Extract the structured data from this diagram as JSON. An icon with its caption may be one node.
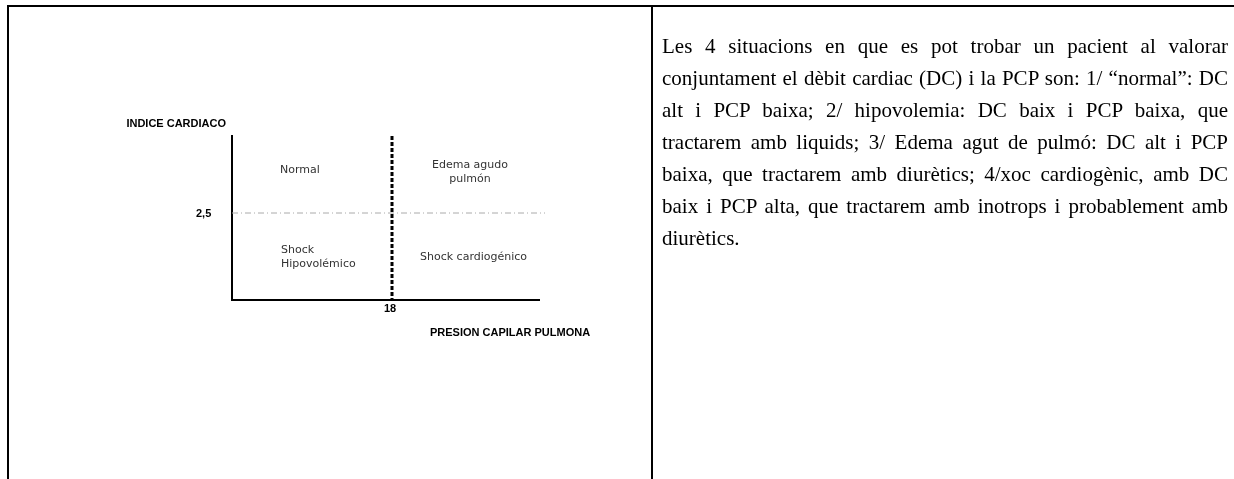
{
  "diagram": {
    "labels": [
      "INDICE CARDIACO",
      "Normal",
      "Edema agudo pulmón",
      "2,5",
      "Shock Hipovolémico",
      "Shock cardiogénico",
      "18",
      "PRESION CAPILAR PULMONA",
      "Les 4 situacions en que es pot trobar un pacient al valorar conjuntament el dèbit cardiac (DC) i la PCP son: 1/ “normal”: DC alt i PCP baixa; 2/ hipovolemia: DC baix i PCP baixa, que tractarem amb liquids; 3/ Edema agut de pulmó: DC alt i PCP baixa, que tractarem amb diurètics; 4/xoc cardiogènic, amb DC baix i PCP alta, que tractarem amb inotrops i probablement amb diurètics."
    ]
  }
}
